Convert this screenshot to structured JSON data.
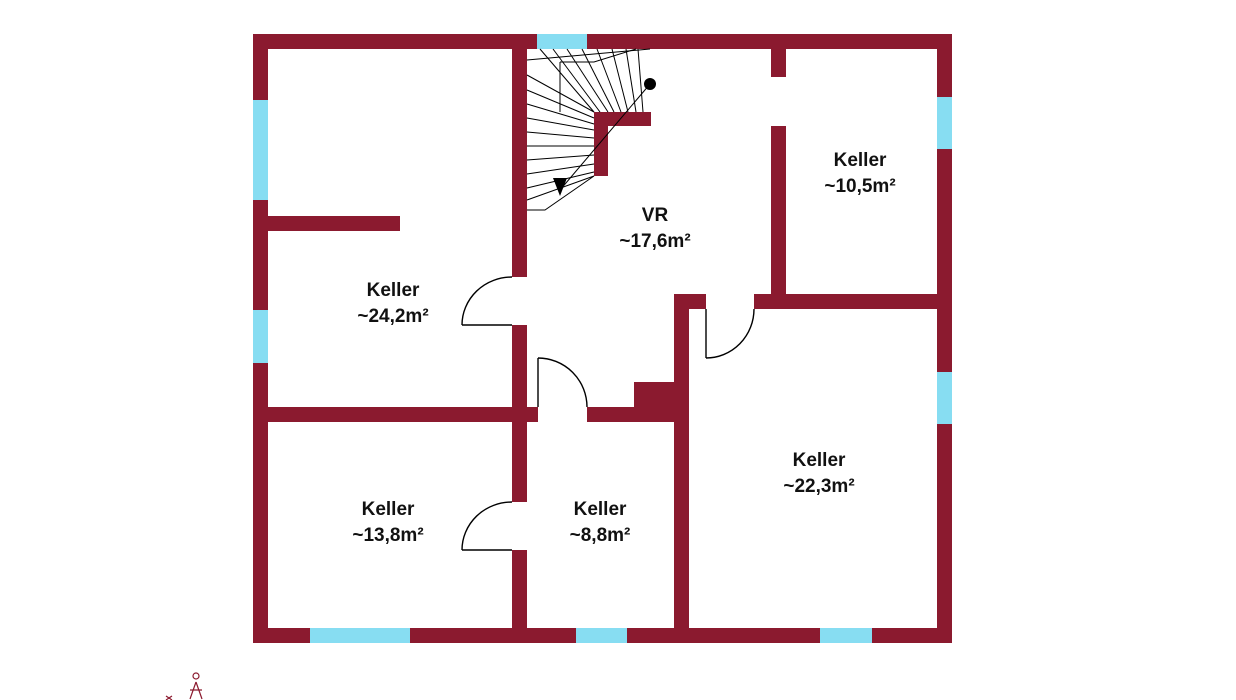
{
  "rooms": [
    {
      "id": "keller-1",
      "name": "Keller",
      "area": "~24,2m²"
    },
    {
      "id": "vr",
      "name": "VR",
      "area": "~17,6m²"
    },
    {
      "id": "keller-2",
      "name": "Keller",
      "area": "~10,5m²"
    },
    {
      "id": "keller-3",
      "name": "Keller",
      "area": "~22,3m²"
    },
    {
      "id": "keller-4",
      "name": "Keller",
      "area": "~13,8m²"
    },
    {
      "id": "keller-5",
      "name": "Keller",
      "area": "~8,8m²"
    }
  ],
  "colors": {
    "wall": "#8b1a2f",
    "window": "#87ddf2",
    "background": "#ffffff"
  }
}
